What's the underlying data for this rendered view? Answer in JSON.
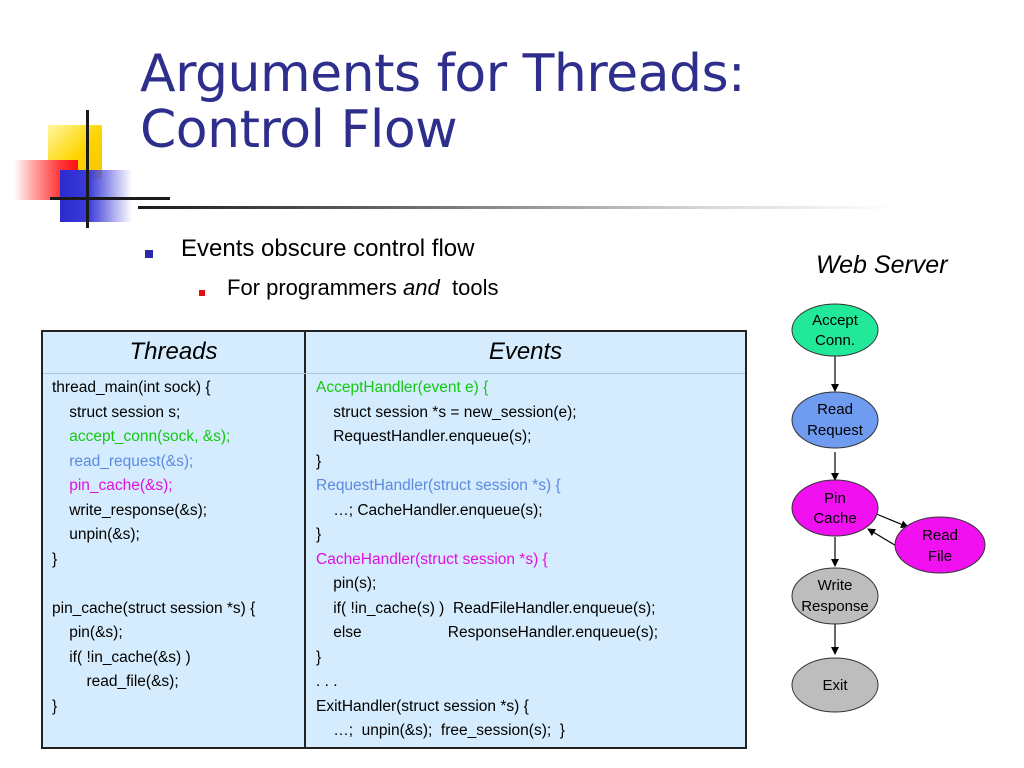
{
  "slide": {
    "title_line1": "Arguments for Threads:",
    "title_line2": "Control Flow"
  },
  "bullets": {
    "level1": "Events obscure control flow",
    "level2_prefix": "For programmers ",
    "level2_italic": "and",
    "level2_suffix": "  tools"
  },
  "table": {
    "headers": [
      "Threads",
      "Events"
    ],
    "threads_code": [
      {
        "text": "thread_main(int sock) {",
        "color": "default"
      },
      {
        "text": "    struct session s;",
        "color": "default"
      },
      {
        "text": "    accept_conn(sock, &s);",
        "color": "green"
      },
      {
        "text": "    read_request(&s);",
        "color": "blue"
      },
      {
        "text": "    pin_cache(&s);",
        "color": "magenta"
      },
      {
        "text": "    write_response(&s);",
        "color": "default"
      },
      {
        "text": "    unpin(&s);",
        "color": "default"
      },
      {
        "text": "}",
        "color": "default"
      },
      {
        "text": "",
        "color": "default"
      },
      {
        "text": "pin_cache(struct session *s) {",
        "color": "default"
      },
      {
        "text": "    pin(&s);",
        "color": "default"
      },
      {
        "text": "    if( !in_cache(&s) )",
        "color": "default"
      },
      {
        "text": "        read_file(&s);",
        "color": "default"
      },
      {
        "text": "}",
        "color": "default"
      }
    ],
    "events_code": [
      {
        "text": "AcceptHandler(event e) {",
        "color": "green"
      },
      {
        "text": "    struct session *s = new_session(e);",
        "color": "default"
      },
      {
        "text": "    RequestHandler.enqueue(s);",
        "color": "default"
      },
      {
        "text": "}",
        "color": "default"
      },
      {
        "text": "RequestHandler(struct session *s) {",
        "color": "blue"
      },
      {
        "text": "    …; CacheHandler.enqueue(s);",
        "color": "default"
      },
      {
        "text": "}",
        "color": "default"
      },
      {
        "text": "CacheHandler(struct session *s) {",
        "color": "magenta"
      },
      {
        "text": "    pin(s);",
        "color": "default"
      },
      {
        "text": "    if( !in_cache(s) )  ReadFileHandler.enqueue(s);",
        "color": "default"
      },
      {
        "text": "    else                    ResponseHandler.enqueue(s);",
        "color": "default"
      },
      {
        "text": "}",
        "color": "default"
      },
      {
        "text": ". . .",
        "color": "default"
      },
      {
        "text": "ExitHandler(struct session *s) {",
        "color": "default"
      },
      {
        "text": "    …;  unpin(&s);  free_session(s);  }",
        "color": "default"
      }
    ]
  },
  "diagram": {
    "title": "Web Server",
    "nodes": [
      {
        "id": "accept",
        "line1": "Accept",
        "line2": "Conn.",
        "color": "#22e89a"
      },
      {
        "id": "read",
        "line1": "Read",
        "line2": "Request",
        "color": "#6f9bf0"
      },
      {
        "id": "pin",
        "line1": "Pin",
        "line2": "Cache",
        "color": "#f010f0"
      },
      {
        "id": "readfile",
        "line1": "Read",
        "line2": "File",
        "color": "#f010f0"
      },
      {
        "id": "write",
        "line1": "Write",
        "line2": "Response",
        "color": "#bdbdbd"
      },
      {
        "id": "exit",
        "line1": "Exit",
        "line2": "",
        "color": "#bdbdbd"
      }
    ]
  },
  "colors": {
    "title": "#2e2e8c",
    "table_background": "#d4ecfd",
    "green": "#14c814",
    "blue": "#5b8ae0",
    "magenta": "#e010e0"
  }
}
